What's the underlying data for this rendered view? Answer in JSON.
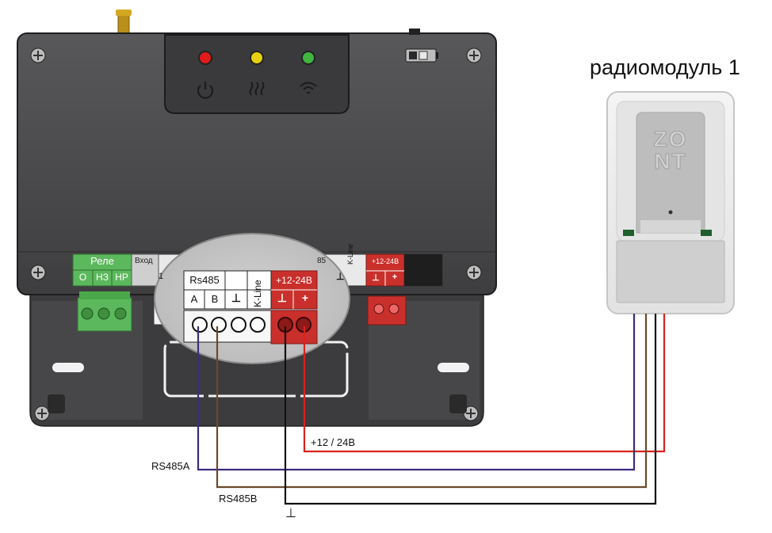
{
  "controller": {
    "leds": [
      {
        "color": "#e01b1b",
        "icon": "power-icon"
      },
      {
        "color": "#e6d20c",
        "icon": "heating-icon"
      },
      {
        "color": "#3fb53f",
        "icon": "wifi-icon"
      }
    ],
    "battery_icon": "battery-icon",
    "terminal_strip": {
      "relay_title": "Реле",
      "relay_pins": [
        "O",
        "НЗ",
        "НР"
      ],
      "input_label": "Вход",
      "input_number": "1",
      "rs_partial": "85",
      "ground_symbol": "⊥",
      "kline_label": "K-Line",
      "power_label": "+12-24В",
      "power_pins": [
        "⊥",
        "+"
      ]
    }
  },
  "zoom_callout": {
    "rs485_label": "Rs485",
    "rs485_pins": [
      "A",
      "B"
    ],
    "ground_symbol": "⊥",
    "kline_label": "K-Line",
    "power_label": "+12-24В",
    "power_pins": [
      "⊥",
      "+"
    ]
  },
  "radio_module": {
    "title": "радиомодуль 1",
    "logo_top": "ZO",
    "logo_bottom": "NT"
  },
  "wire_labels": {
    "power": "+12 / 24В",
    "rs485a": "RS485A",
    "rs485b": "RS485B",
    "ground": "⊥"
  },
  "colors": {
    "body": "#4a4a4c",
    "relay_green": "#5cb85c",
    "power_red": "#c9302c",
    "wire_red": "#d9231d",
    "wire_purple": "#3d2b80",
    "wire_brown": "#6b4a2b",
    "wire_black": "#111111"
  }
}
